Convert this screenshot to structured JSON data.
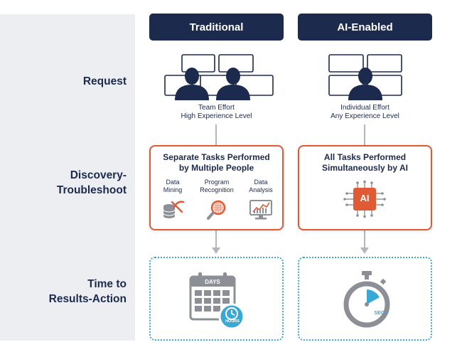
{
  "columns": {
    "traditional": {
      "header": "Traditional"
    },
    "ai": {
      "header": "AI-Enabled"
    }
  },
  "rows": {
    "request": "Request",
    "discovery_line1": "Discovery-",
    "discovery_line2": "Troubleshoot",
    "time_line1": "Time to",
    "time_line2": "Results-Action"
  },
  "request": {
    "traditional_line1": "Team Effort",
    "traditional_line2": "High Experience Level",
    "ai_line1": "Individual Effort",
    "ai_line2": "Any Experience Level"
  },
  "discovery": {
    "traditional_title_line1": "Separate Tasks Performed",
    "traditional_title_line2": "by Multiple People",
    "tasks": [
      {
        "line1": "Data",
        "line2": "Mining",
        "icon": "data-mining-icon"
      },
      {
        "line1": "Program",
        "line2": "Recognition",
        "icon": "magnifier-icon"
      },
      {
        "line1": "Data",
        "line2": "Analysis",
        "icon": "monitor-chart-icon"
      }
    ],
    "ai_title_line1": "All Tasks Performed",
    "ai_title_line2": "Simultaneously by AI",
    "ai_chip_label": "AI"
  },
  "time": {
    "calendar_label": "DAYS",
    "clock_label": "HOURS",
    "stopwatch_label": "SECS"
  },
  "colors": {
    "navy": "#1c2a4e",
    "orange": "#e05a33",
    "blue": "#3aa8d4",
    "gray": "#8c9096",
    "panel": "#eceef2"
  }
}
